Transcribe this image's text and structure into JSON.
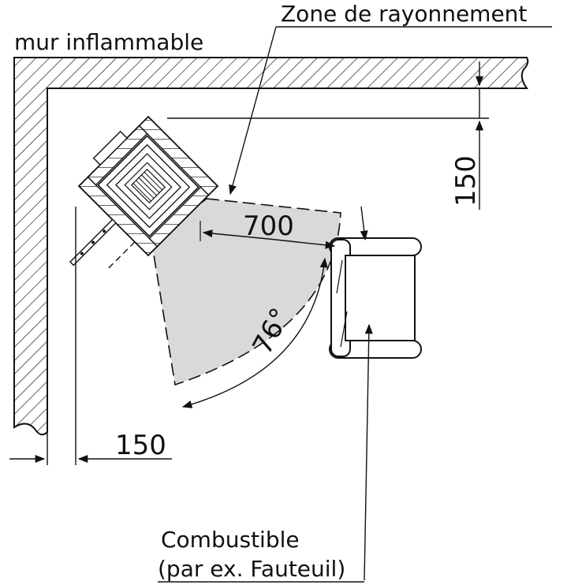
{
  "labels": {
    "radiation_zone": "Zone de rayonnement",
    "flammable_wall": "mur inflammable",
    "combustible_line1": "Combustible",
    "combustible_line2": "(par ex. Fauteuil)"
  },
  "dimensions": {
    "radiation_distance": "700",
    "radiation_angle": "76°",
    "clearance_wall_top": "150",
    "clearance_wall_left": "150"
  },
  "colors": {
    "line": "#111111",
    "zone_fill": "#d9d9d9",
    "background": "#ffffff"
  }
}
